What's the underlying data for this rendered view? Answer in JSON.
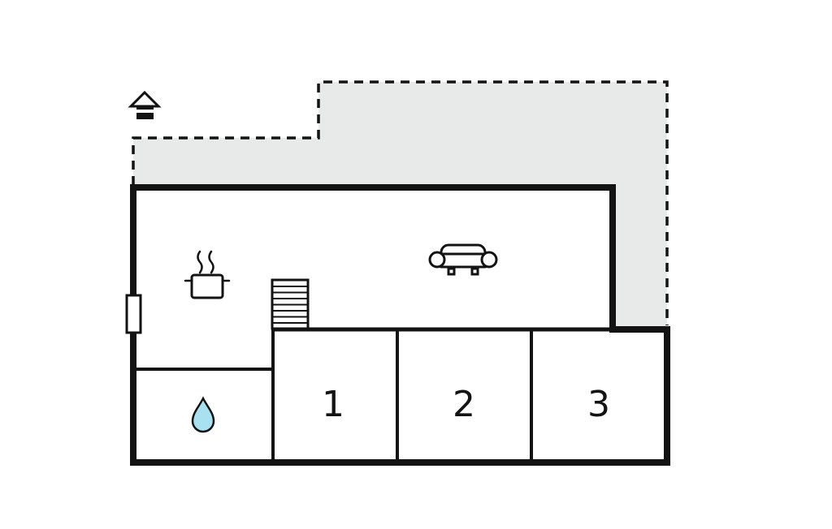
{
  "floorplan": {
    "rooms": [
      {
        "label": "1"
      },
      {
        "label": "2"
      },
      {
        "label": "3"
      }
    ],
    "colors": {
      "wall": "#131313",
      "terrace": "#e8eae9",
      "water_drop": "#a9e1f1",
      "background": "#ffffff"
    },
    "icons": [
      "house-icon",
      "cooking-pot-icon",
      "stairs-icon",
      "sofa-icon",
      "window-icon",
      "water-drop-icon"
    ]
  }
}
